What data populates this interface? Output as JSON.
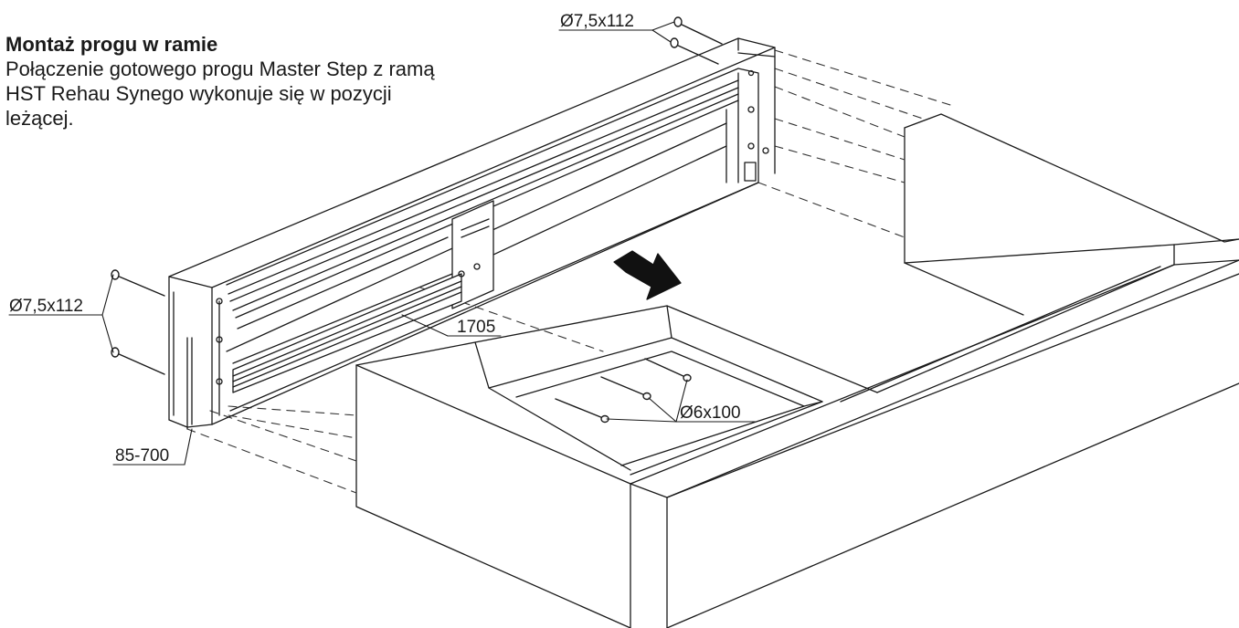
{
  "heading": "Montaż progu w ramie",
  "description_lines": [
    "Połączenie gotowego progu Master Step z ramą",
    "HST Rehau Synego wykonuje się w pozycji",
    "leżącej."
  ],
  "labels": {
    "screw_top": "Ø7,5x112",
    "screw_left": "Ø7,5x112",
    "profile_length": "1705",
    "profile_code": "85-700",
    "floor_screws": "Ø6x100"
  },
  "colors": {
    "line": "#1a1a1a",
    "dashed": "#333333",
    "arrow": "#111111"
  }
}
